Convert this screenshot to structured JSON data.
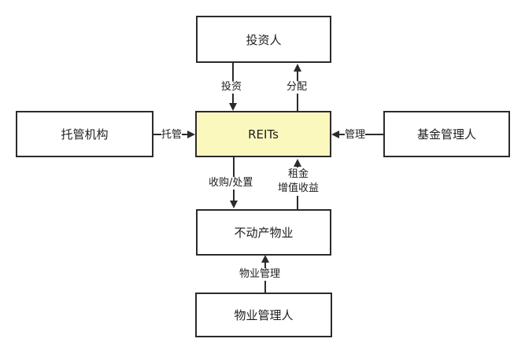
{
  "nodes": {
    "investor": "投资人",
    "custodian": "托管机构",
    "reits": "REITs",
    "fund_manager": "基金管理人",
    "property": "不动产物业",
    "property_manager": "物业管理人"
  },
  "edges": {
    "invest": "投资",
    "distribute": "分配",
    "custody": "托管",
    "manage": "管理",
    "acquire_dispose": "收购/处置",
    "rent": "租金",
    "appreciation": "增值收益",
    "property_management": "物业管理"
  },
  "colors": {
    "reits_fill": "#fbf8be",
    "line": "#2b2b2b"
  }
}
